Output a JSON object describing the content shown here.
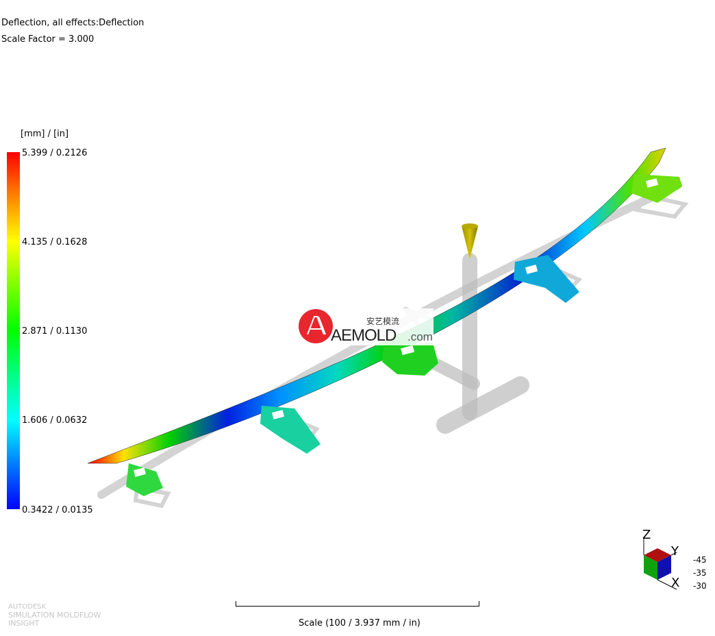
{
  "header": {
    "result_name": "Deflection, all effects:Deflection",
    "scale_factor": "Scale Factor = 3.000"
  },
  "legend": {
    "units": "[mm] / [in]",
    "labels": [
      "5.399 / 0.2126",
      "4.135 / 0.1628",
      "2.871 / 0.1130",
      "1.606 /  0.0632",
      "0.3422 /  0.0135"
    ],
    "colors": {
      "max": "#ff0000",
      "mid": "#00ff00",
      "min": "#0000ff"
    }
  },
  "triad": {
    "axis_z": "Z",
    "axis_y": "Y",
    "axis_x": "X",
    "angles": [
      "-45",
      "-35",
      "-30"
    ]
  },
  "scale": {
    "label": "Scale (100 / 3.937 mm / in)"
  },
  "brand": {
    "line1": "AUTODESK",
    "line2": "SIMULATION MOLDFLOW",
    "line3": "INSIGHT"
  },
  "watermark": {
    "cn_text": "安艺模流",
    "logo_text": "AEMOLD",
    "logo_suffix": ".com"
  }
}
